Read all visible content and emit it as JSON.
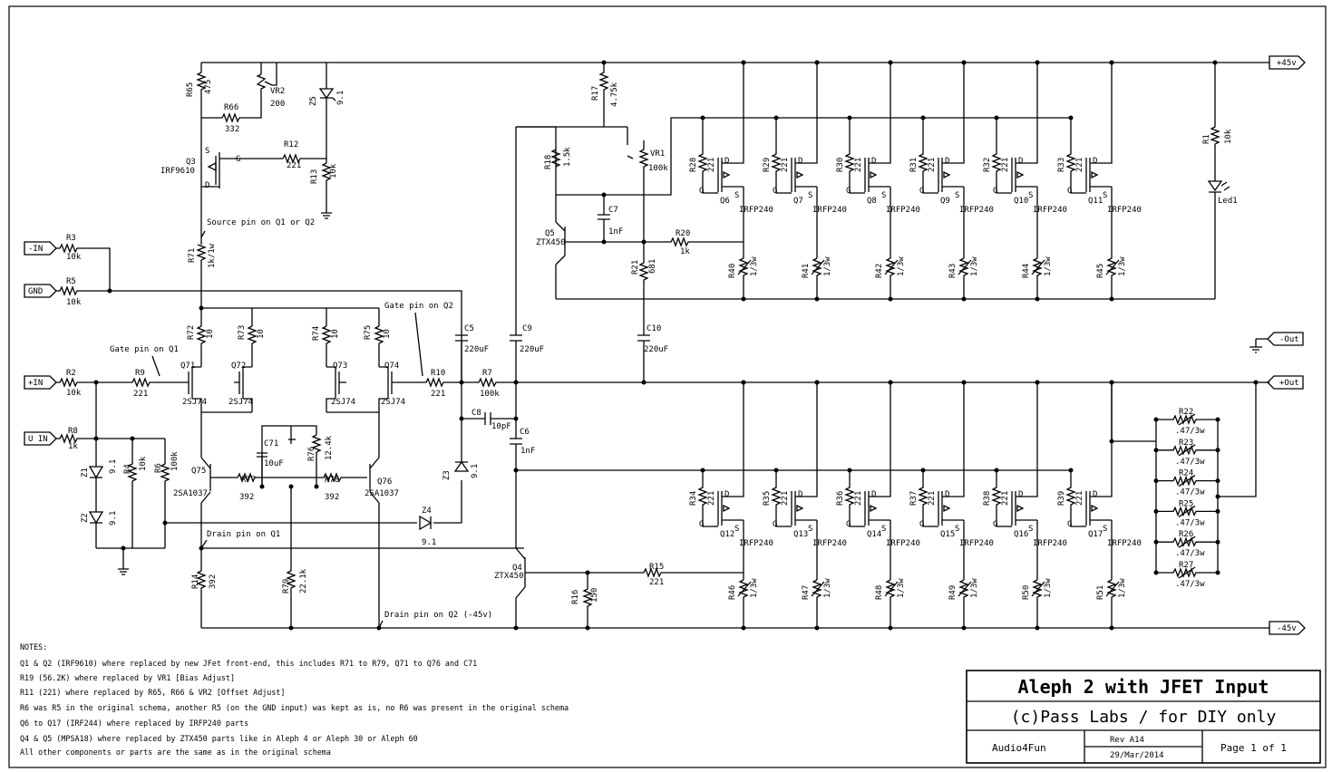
{
  "title_block": {
    "title": "Aleph 2 with JFET Input",
    "subtitle": "(c)Pass Labs / for DIY only",
    "author": "Audio4Fun",
    "revision": "Rev A14",
    "date": "29/Mar/2014",
    "page": "Page 1 of 1"
  },
  "notes": {
    "heading": "NOTES:",
    "lines": [
      "Q1 & Q2 (IRF9610) where replaced by new JFet front-end, this includes R71 to R79, Q71 to Q76 and C71",
      "R19 (56.2K) where replaced by VR1 [Bias Adjust]",
      "R11 (221) where replaced by R65, R66 & VR2 [Offset Adjust]",
      "R6 was R5 in the original schema, another R5 (on the GND input) was kept as is, no R6 was present in the original schema",
      "Q6 to Q17 (IRF244) where replaced by IRFP240 parts",
      "Q4 & Q5 (MPSA18) where replaced by ZTX450 parts like in Aleph 4 or Aleph 30 or Aleph 60",
      "All other components or parts are the same as in the original schema"
    ]
  },
  "ports": {
    "pos45": "+45v",
    "neg45": "-45v",
    "minus_out": "-Out",
    "plus_out": "+Out",
    "minus_in": "-IN",
    "gnd": "GND",
    "plus_in": "+IN",
    "u_in": "U IN"
  },
  "annotations": {
    "source_pin": "Source pin on Q1 or Q2",
    "gate_q2": "Gate pin on Q2",
    "gate_q1": "Gate pin on Q1",
    "drain_q1": "Drain pin on Q1",
    "drain_q2": "Drain pin on Q2 (-45v)"
  },
  "labels": [
    {
      "t": "R65"
    },
    {
      "t": "475"
    },
    {
      "t": "VR2"
    },
    {
      "t": "200"
    },
    {
      "t": "Z5"
    },
    {
      "t": "9.1"
    },
    {
      "t": "R66"
    },
    {
      "t": "332"
    },
    {
      "t": "Q3"
    },
    {
      "t": "IRF9610"
    },
    {
      "t": "S"
    },
    {
      "t": "G"
    },
    {
      "t": "D"
    },
    {
      "t": "R12"
    },
    {
      "t": "221"
    },
    {
      "t": "R13"
    },
    {
      "t": "10k"
    },
    {
      "t": "R71"
    },
    {
      "t": "1k/1w"
    },
    {
      "t": "R3"
    },
    {
      "t": "10k"
    },
    {
      "t": "R5"
    },
    {
      "t": "10k"
    },
    {
      "t": "R72"
    },
    {
      "t": "10"
    },
    {
      "t": "R73"
    },
    {
      "t": "10"
    },
    {
      "t": "R74"
    },
    {
      "t": "10"
    },
    {
      "t": "R75"
    },
    {
      "t": "10"
    },
    {
      "t": "C5"
    },
    {
      "t": "220uF"
    },
    {
      "t": "C9"
    },
    {
      "t": "220uF"
    },
    {
      "t": "Q71"
    },
    {
      "t": "Q72"
    },
    {
      "t": "Q73"
    },
    {
      "t": "Q74"
    },
    {
      "t": "2SJ74"
    },
    {
      "t": "2SJ74"
    },
    {
      "t": "2SJ74"
    },
    {
      "t": "2SJ74"
    },
    {
      "t": "R2"
    },
    {
      "t": "10k"
    },
    {
      "t": "R9"
    },
    {
      "t": "221"
    },
    {
      "t": "R10"
    },
    {
      "t": "221"
    },
    {
      "t": "R7"
    },
    {
      "t": "100k"
    },
    {
      "t": "R8"
    },
    {
      "t": "1k"
    },
    {
      "t": "Z1"
    },
    {
      "t": "9.1"
    },
    {
      "t": "Z2"
    },
    {
      "t": "9.1"
    },
    {
      "t": "R4"
    },
    {
      "t": "10k"
    },
    {
      "t": "R6"
    },
    {
      "t": "100k"
    },
    {
      "t": "C71"
    },
    {
      "t": "10uF"
    },
    {
      "t": "R76"
    },
    {
      "t": "12.4k"
    },
    {
      "t": "Q75"
    },
    {
      "t": "2SA1037"
    },
    {
      "t": "Q76"
    },
    {
      "t": "2SA1037"
    },
    {
      "t": "R77"
    },
    {
      "t": "392"
    },
    {
      "t": "R78"
    },
    {
      "t": "392"
    },
    {
      "t": "Z3"
    },
    {
      "t": "9.1"
    },
    {
      "t": "Z4"
    },
    {
      "t": "9.1"
    },
    {
      "t": "C8"
    },
    {
      "t": "10pF"
    },
    {
      "t": "C6"
    },
    {
      "t": "1nF"
    },
    {
      "t": "R14"
    },
    {
      "t": "392"
    },
    {
      "t": "R79"
    },
    {
      "t": "22.1k"
    },
    {
      "t": "Q4"
    },
    {
      "t": "ZTX450"
    },
    {
      "t": "R15"
    },
    {
      "t": "221"
    },
    {
      "t": "R16"
    },
    {
      "t": "150"
    },
    {
      "t": "R17"
    },
    {
      "t": "4.75k"
    },
    {
      "t": "R18"
    },
    {
      "t": "1.5k"
    },
    {
      "t": "VR1"
    },
    {
      "t": "100k"
    },
    {
      "t": "C7"
    },
    {
      "t": "1nF"
    },
    {
      "t": "Q5"
    },
    {
      "t": "ZTX450"
    },
    {
      "t": "R20"
    },
    {
      "t": "1k"
    },
    {
      "t": "R21"
    },
    {
      "t": "681"
    },
    {
      "t": "C10"
    },
    {
      "t": "220uF"
    },
    {
      "t": "R1"
    },
    {
      "t": "10k"
    },
    {
      "t": "Led1"
    }
  ],
  "upper_outputs": [
    {
      "gate_r": "R28",
      "q": "Q6",
      "src_r": "R40"
    },
    {
      "gate_r": "R29",
      "q": "Q7",
      "src_r": "R41"
    },
    {
      "gate_r": "R30",
      "q": "Q8",
      "src_r": "R42"
    },
    {
      "gate_r": "R31",
      "q": "Q9",
      "src_r": "R43"
    },
    {
      "gate_r": "R32",
      "q": "Q10",
      "src_r": "R44"
    },
    {
      "gate_r": "R33",
      "q": "Q11",
      "src_r": "R45"
    }
  ],
  "lower_outputs": [
    {
      "gate_r": "R34",
      "q": "Q12",
      "src_r": "R46"
    },
    {
      "gate_r": "R35",
      "q": "Q13",
      "src_r": "R47"
    },
    {
      "gate_r": "R36",
      "q": "Q14",
      "src_r": "R48"
    },
    {
      "gate_r": "R37",
      "q": "Q15",
      "src_r": "R49"
    },
    {
      "gate_r": "R38",
      "q": "Q16",
      "src_r": "R50"
    },
    {
      "gate_r": "R39",
      "q": "Q17",
      "src_r": "R51"
    }
  ],
  "output_part": {
    "gate_value": "221",
    "mosfet": "IRFP240",
    "src_value": "1/3w"
  },
  "sense_resistors": {
    "names": [
      "R22",
      "R23",
      "R24",
      "R25",
      "R26",
      "R27"
    ],
    "value": ".47/3w"
  }
}
